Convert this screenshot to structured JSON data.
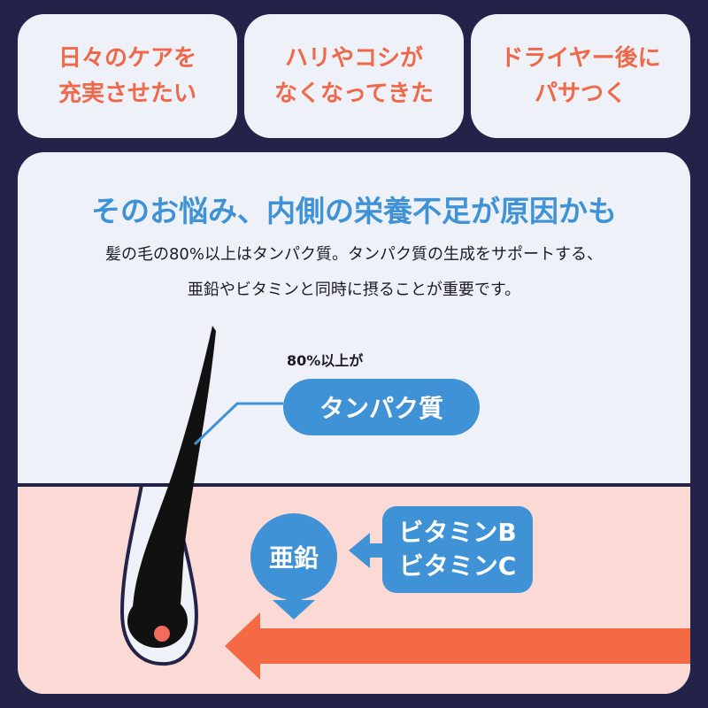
{
  "concerns": [
    {
      "text": "日々のケアを\n充実させたい"
    },
    {
      "text": "ハリやコシが\nなくなってきた"
    },
    {
      "text": "ドライヤー後に\nパサつく"
    }
  ],
  "panel": {
    "headline": "そのお悩み、内側の栄養不足が原因かも",
    "description_line1": "髪の毛の80%以上はタンパク質。タンパク質の生成をサポートする、",
    "description_line2": "亜鉛やビタミンと同時に摂ることが重要です。"
  },
  "diagram": {
    "protein_caption": "80%以上が",
    "protein_label": "タンパク質",
    "zinc_label": "亜鉛",
    "vitamin_b_label": "ビタミンB",
    "vitamin_c_label": "ビタミンC"
  },
  "colors": {
    "background": "#23234a",
    "card": "#eef2f8",
    "accent_blue": "#3f92d6",
    "accent_orange": "#f0684a",
    "scalp": "#fbd9d5",
    "arrow": "#f46a45"
  },
  "icons": [
    "hair-follicle-icon",
    "arrow-left-icon",
    "arrow-down-icon"
  ]
}
